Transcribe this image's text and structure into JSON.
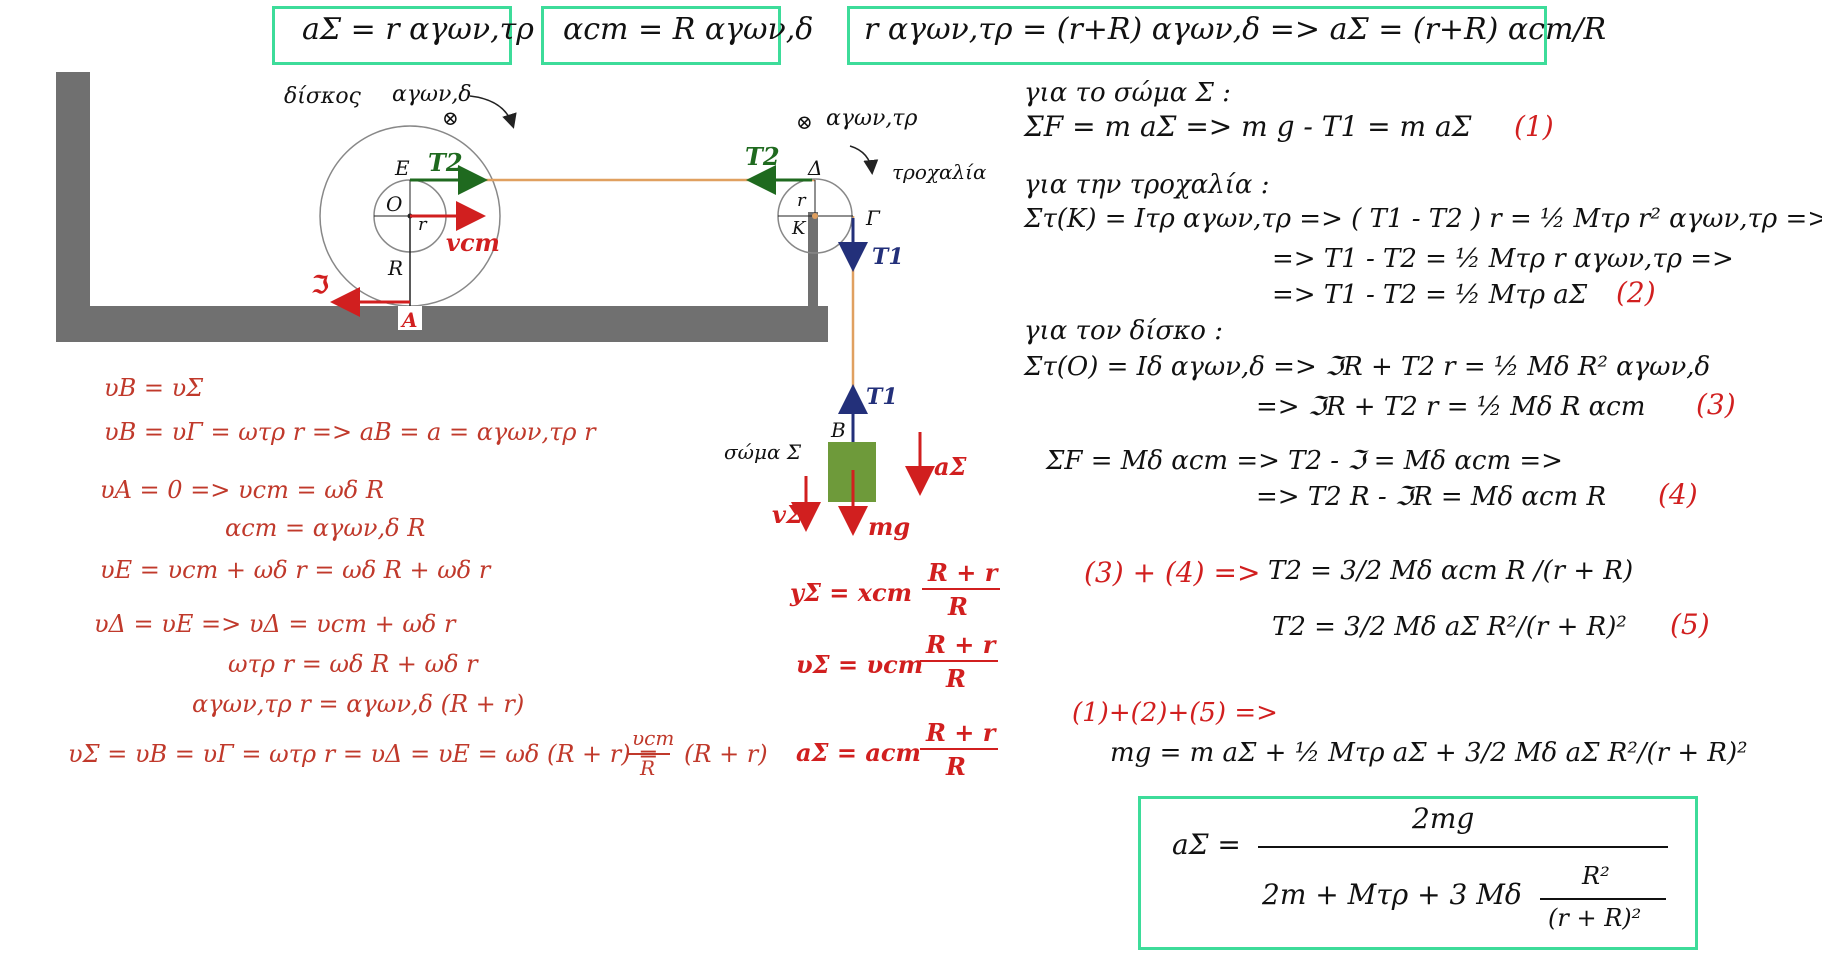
{
  "top_boxes": {
    "box1": "aΣ  = r αγων,τρ",
    "box2": "αcm  = R αγων,δ",
    "box3": "r αγων,τρ  =  (r+R) αγων,δ   =>   aΣ  =  (r+R)  αcm/R"
  },
  "diagram": {
    "disk_label": "δίσκος",
    "disk_ang": "αγων,δ",
    "pulley_ang": "αγων,τρ",
    "pulley_label": "τροχαλία",
    "pt_E": "E",
    "pt_O": "O",
    "pt_r": "r",
    "pt_R": "R",
    "pt_A": "A",
    "pt_Delta": "Δ",
    "pt_r2": "r",
    "pt_K": "K",
    "pt_Gamma": "Γ",
    "pt_B": "B",
    "T2_disk": "T2",
    "T2_pulley": "T2",
    "T1_top": "T1",
    "T1_bot": "T1",
    "vcm": "vcm",
    "friction": "ℑ",
    "body_label": "σώμα Σ",
    "a_sigma": "aΣ",
    "v_sigma": "vΣ",
    "mg": "mg",
    "otimes": "⊗"
  },
  "left_eqs": [
    "υB = υΣ",
    "υB = υΓ = ωτρ  r   =>   aB = a = αγων,τρ r",
    "υA = 0  =>  υcm  =  ωδ R",
    "αcm  =  αγων,δ  R",
    "υE  =  υcm   +  ωδ r    =  ωδ R  +  ωδ r",
    "υΔ = υE     =>   υΔ   =   υcm    +  ωδ r",
    "ωτρ  r  =     ωδ R  +  ωδ r",
    "αγων,τρ  r  =   αγων,δ   (R + r)",
    "υΣ = υB = υΓ = ωτρ  r   =   υΔ = υE   =  ωδ (R + r)   =",
    "(R + r)"
  ],
  "left_frac": {
    "num": "υcm",
    "den": "R"
  },
  "mid_eqs": {
    "y_lhs": "yΣ = xcm",
    "v_lhs": "υΣ = υcm",
    "a_lhs": "aΣ = acm",
    "num": "R + r",
    "den": "R"
  },
  "right_eqs": {
    "l1": "για το σώμα Σ :",
    "l2": "ΣF  =  m aΣ  =>  m g  - T1  =  m aΣ",
    "l2n": "(1)",
    "l3": "για την τροχαλία :",
    "l4": "Στ(Κ) = Ιτρ αγων,τρ  => ( T1 - T2 ) r  =  ½ Μτρ r² αγων,τρ  =>",
    "l5": "=>  T1 - T2  =  ½ Μτρ r αγων,τρ  =>",
    "l6": "=>  T1 - T2  =  ½ Μτρ aΣ",
    "l6n": "(2)",
    "l7": "για τον δίσκο :",
    "l8": "Στ(Ο) = Ιδ αγων,δ  =>  ℑR + T2 r  =  ½ Μδ R²  αγων,δ",
    "l9": "=>  ℑR + T2 r  =  ½ Μδ R αcm",
    "l9n": "(3)",
    "l10": "ΣF  =  Μδ αcm  =>  T2 - ℑ  =  Μδ αcm   =>",
    "l11": "=>  T2 R - ℑR  =  Μδ αcm R",
    "l11n": "(4)",
    "l12a": "(3) + (4) =>",
    "l12b": "T2  =  3/2 Μδ αcm  R /(r + R)",
    "l13": "T2  =  3/2 Μδ aΣ R²/(r + R)²",
    "l13n": "(5)",
    "l14": "(1)+(2)+(5) =>",
    "l15": "mg  =  m aΣ  + ½ Μτρ aΣ  +  3/2 Μδ aΣ R²/(r + R)²"
  },
  "final_box": {
    "lhs": "aΣ  =",
    "num": "2mg",
    "den_left": "2m  +  Μτρ  + 3 Μδ",
    "inner_num": "R²",
    "inner_den": "(r + R)²"
  },
  "colors": {
    "box_border": "#3ddc9a",
    "red": "#d11f1f",
    "navy": "#23307a",
    "green": "#1f6a1f",
    "wall": "#707070",
    "rope": "#e0a060",
    "block": "#6e9a3a"
  }
}
